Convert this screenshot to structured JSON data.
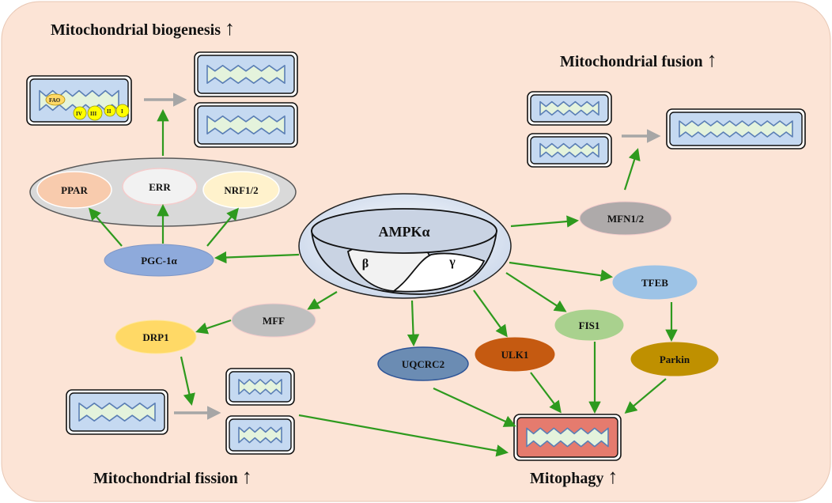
{
  "titles": {
    "biogenesis": "Mitochondrial biogenesis",
    "fusion": "Mitochondrial fusion",
    "fission": "Mitochondrial fission",
    "mitophagy": "Mitophagy",
    "up_arrow": "↑"
  },
  "ampk": {
    "alpha": "AMPKα",
    "beta": "β",
    "gamma": "γ"
  },
  "nodes": {
    "pgc1a": "PGC-1α",
    "ppar": "PPAR",
    "err": "ERR",
    "nrf": "NRF1/2",
    "mfn": "MFN1/2",
    "tfeb": "TFEB",
    "parkin": "Parkin",
    "mff": "MFF",
    "drp1": "DRP1",
    "uqcrc2": "UQCRC2",
    "ulk1": "ULK1",
    "fis1": "FIS1"
  },
  "complexes": {
    "fao": "FAO",
    "iv": "IV",
    "iii": "III",
    "ii": "II",
    "i": "I"
  },
  "colors": {
    "background": "#fce4d6",
    "arrow_green": "#2e9a1e",
    "arrow_gray": "#a6a6a6",
    "mito_fill": "#c5d9f1",
    "mitophagy_fill": "#e57b6e",
    "inner_membrane": "#e4f3dc",
    "pgc1a": "#8eaadb",
    "ppar": "#f8cbad",
    "err": "#f2f2f2",
    "nrf": "#fff2cc",
    "mfn": "#aeaaaa",
    "tfeb": "#9dc3e6",
    "parkin": "#bf9000",
    "mff": "#bfbfbf",
    "drp1": "#ffd966",
    "uqcrc2": "#6b8cb3",
    "ulk1": "#c55a11",
    "fis1": "#a9d18e",
    "complex_yellow": "#ffff00"
  }
}
